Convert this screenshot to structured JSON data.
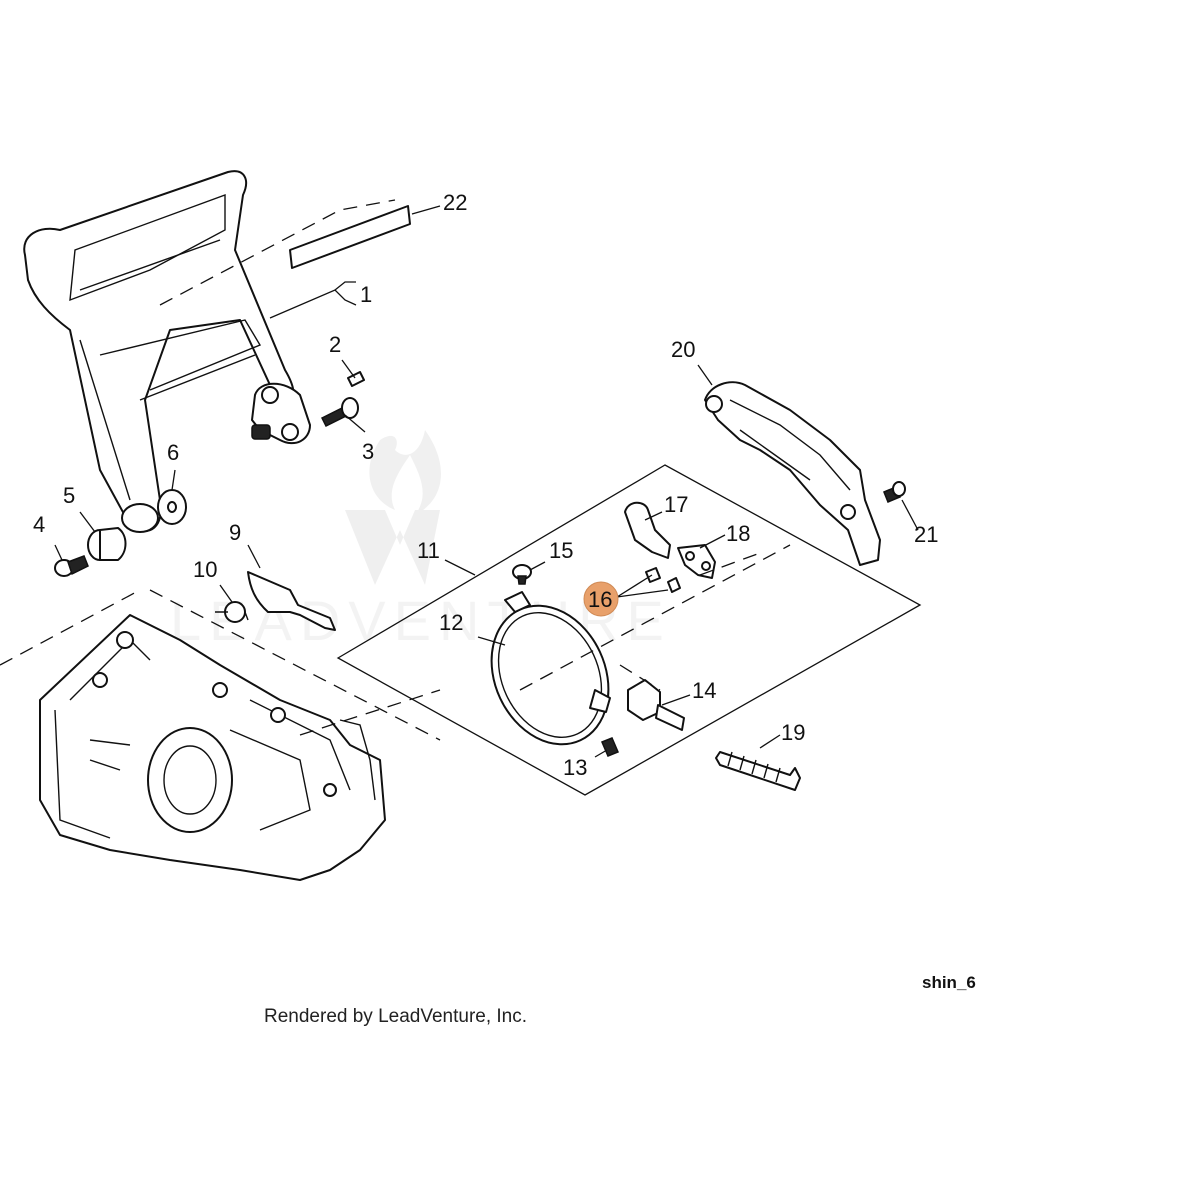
{
  "diagram": {
    "code": "shin_6",
    "footer": "Rendered by LeadVenture, Inc.",
    "watermark": "LEADVENTURE",
    "highlight_color": "#e8a06a",
    "highlighted_part": "16",
    "callouts": [
      "1",
      "2",
      "3",
      "4",
      "5",
      "6",
      "9",
      "10",
      "11",
      "12",
      "13",
      "14",
      "15",
      "16",
      "17",
      "18",
      "19",
      "20",
      "21",
      "22"
    ]
  }
}
